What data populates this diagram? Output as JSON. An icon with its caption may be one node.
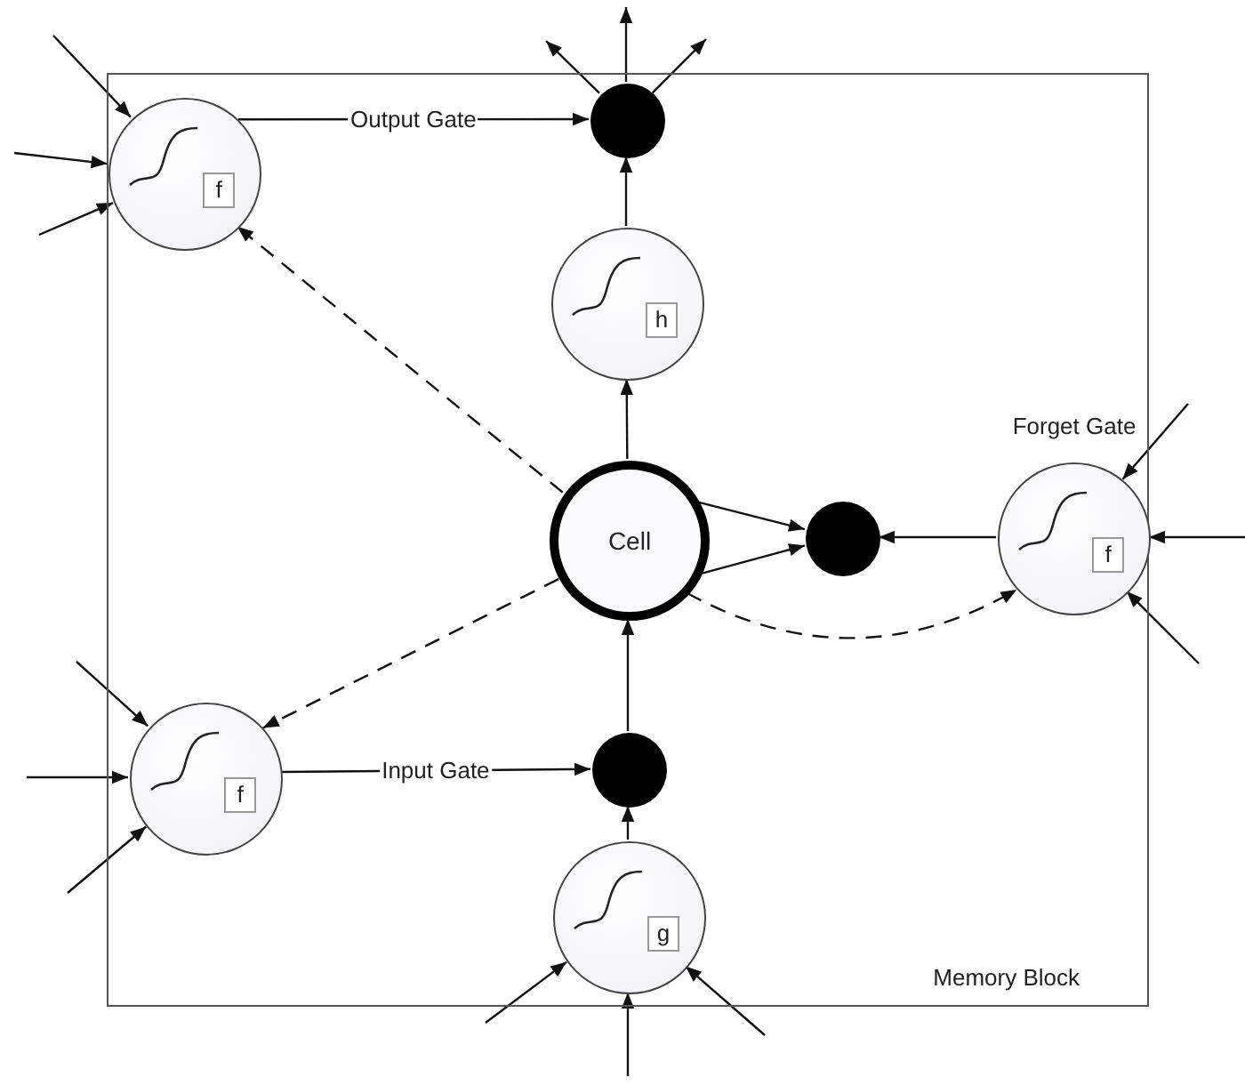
{
  "diagram": {
    "nodes": [
      {
        "text": [
          "Memory Block"
        ]
      },
      {
        "text": [
          "f"
        ],
        "in": 0
      },
      {
        "text": [],
        "shape": "circle",
        "in": 0
      },
      {
        "text": [
          "h"
        ],
        "in": 0
      },
      {
        "text": [
          "Cell"
        ],
        "in": 0
      },
      {
        "text": [],
        "shape": "circle",
        "in": 0
      },
      {
        "text": [
          "Forget Gate",
          "f"
        ],
        "in": 0
      },
      {
        "text": [
          "f"
        ],
        "in": 0
      },
      {
        "text": [],
        "shape": "circle",
        "in": 0
      },
      {
        "text": [
          "g"
        ],
        "in": 0
      }
    ],
    "edges": [
      {
        "from": 1,
        "to": 2,
        "arrow": "to",
        "label": "Output Gate"
      },
      {
        "from": 3,
        "to": 2,
        "arrow": "to"
      },
      {
        "from": 2,
        "to": null,
        "arrow": "to"
      },
      {
        "from": 2,
        "to": null,
        "arrow": "to"
      },
      {
        "from": 2,
        "to": null,
        "arrow": "to"
      },
      {
        "from": 4,
        "to": 3,
        "arrow": "to"
      },
      {
        "from": 4,
        "to": 1,
        "arrow": "to",
        "style": "dashed"
      },
      {
        "from": 4,
        "to": 7,
        "arrow": "to",
        "style": "dashed"
      },
      {
        "from": 4,
        "to": 6,
        "arrow": "to",
        "style": "dashed"
      },
      {
        "from": 4,
        "to": 5,
        "arrow": "to"
      },
      {
        "from": 4,
        "to": 5,
        "arrow": "to"
      },
      {
        "from": 6,
        "to": 5,
        "arrow": "to"
      },
      {
        "from": 7,
        "to": 8,
        "arrow": "to",
        "label": "Input Gate"
      },
      {
        "from": 9,
        "to": 8,
        "arrow": "to"
      },
      {
        "from": 8,
        "to": 4,
        "arrow": "to"
      },
      {
        "from": null,
        "to": 1,
        "arrow": "to"
      },
      {
        "from": null,
        "to": 1,
        "arrow": "to"
      },
      {
        "from": null,
        "to": 1,
        "arrow": "to"
      },
      {
        "from": null,
        "to": 6,
        "arrow": "to"
      },
      {
        "from": null,
        "to": 6,
        "arrow": "to"
      },
      {
        "from": null,
        "to": 6,
        "arrow": "to"
      },
      {
        "from": null,
        "to": 7,
        "arrow": "to"
      },
      {
        "from": null,
        "to": 7,
        "arrow": "to"
      },
      {
        "from": null,
        "to": 7,
        "arrow": "to"
      },
      {
        "from": null,
        "to": 9,
        "arrow": "to"
      },
      {
        "from": null,
        "to": 9,
        "arrow": "to"
      },
      {
        "from": null,
        "to": 9,
        "arrow": "to"
      }
    ]
  }
}
